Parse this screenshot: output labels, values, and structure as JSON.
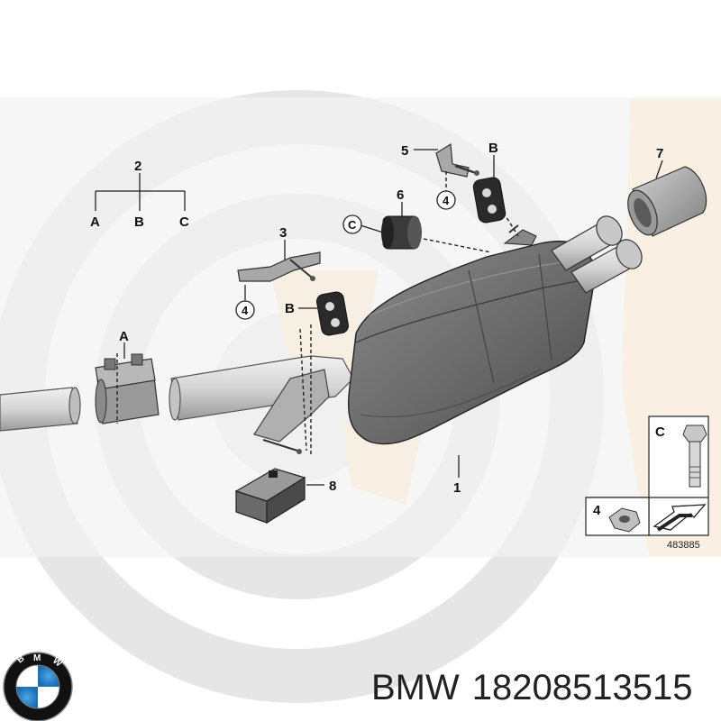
{
  "diagram": {
    "callouts": {
      "n1": "1",
      "n2": "2",
      "n3": "3",
      "n5": "5",
      "n6": "6",
      "n7": "7",
      "n8": "8",
      "a_top": "A",
      "b_top": "B",
      "c_top": "C",
      "a_clamp": "A",
      "b_upper": "B",
      "b_lower": "B",
      "c_circle": "C",
      "four_upper": "4",
      "four_lower": "4"
    },
    "legend": {
      "c": "C",
      "four": "4",
      "ref_number": "483885"
    }
  },
  "logo": {
    "letters": "BMW",
    "colors": {
      "ring": "#111111",
      "blue": "#2f8fd6",
      "white": "#ffffff"
    }
  },
  "caption": {
    "brand": "BMW",
    "part_number": "18208513515"
  },
  "colors": {
    "watermark_gray": "#ececec",
    "watermark_peach": "#f6e5cf",
    "muffler": "#6e6e6e",
    "pipe": "#d8d8d8",
    "rubber": "#2a2a2a"
  }
}
